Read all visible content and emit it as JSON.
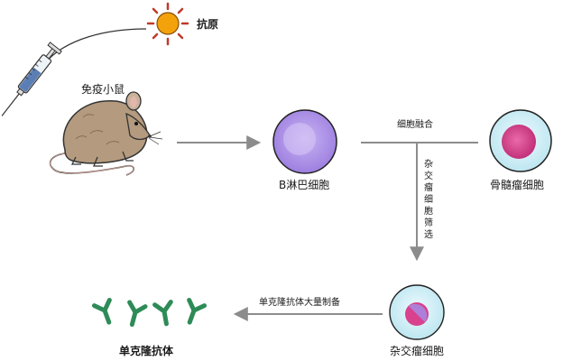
{
  "labels": {
    "antigen": "抗原",
    "mouse": "免疫小鼠",
    "b_cell": "B淋巴细胞",
    "fusion": "细胞融合",
    "myeloma": "骨髓瘤细胞",
    "screening": "杂交瘤细胞筛选",
    "hybridoma": "杂交瘤细胞",
    "production": "单克隆抗体大量制备",
    "antibody": "单克隆抗体"
  },
  "colors": {
    "arrow": "#8c8c8c",
    "sun_core": "#f3a20c",
    "sun_ray": "#c0392b",
    "b_cell_fill": "#b79ce8",
    "b_cell_nucleus": "#d8c8f6",
    "myeloma_fill": "#d7f1f7",
    "myeloma_nucleus": "#d9418e",
    "antibody": "#2e8b57",
    "mouse_fill": "#b49a7e"
  },
  "icons": [
    "sun-antigen-icon",
    "syringe-icon",
    "mouse-icon",
    "antibody-icon"
  ]
}
